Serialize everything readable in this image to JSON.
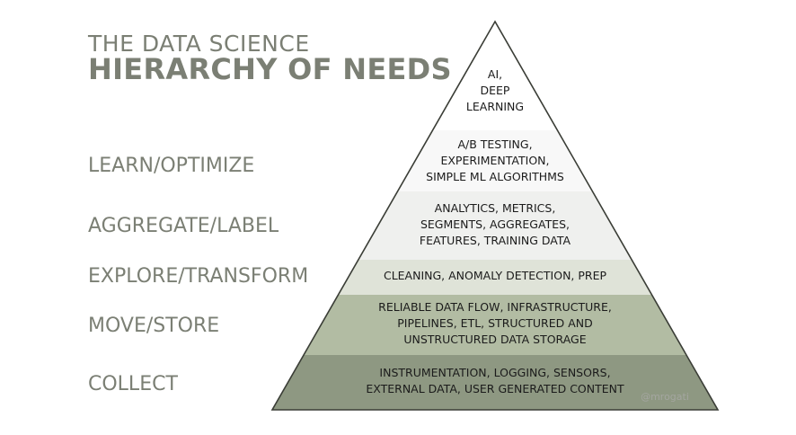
{
  "title": {
    "line1": "THE DATA SCIENCE",
    "line2": "HIERARCHY OF NEEDS"
  },
  "stages": [
    {
      "label": "LEARN/OPTIMIZE"
    },
    {
      "label": "AGGREGATE/LABEL"
    },
    {
      "label": "EXPLORE/TRANSFORM"
    },
    {
      "label": "MOVE/STORE"
    },
    {
      "label": "COLLECT"
    }
  ],
  "tiers": [
    {
      "lines": [
        "AI,",
        "DEEP",
        "LEARNING"
      ],
      "color": "#ffffff"
    },
    {
      "lines": [
        "A/B TESTING,",
        "EXPERIMENTATION,",
        "SIMPLE ML ALGORITHMS"
      ],
      "color": "#f8f8f8"
    },
    {
      "lines": [
        "ANALYTICS, METRICS,",
        "SEGMENTS, AGGREGATES,",
        "FEATURES, TRAINING DATA"
      ],
      "color": "#eff0ee"
    },
    {
      "lines": [
        "CLEANING, ANOMALY DETECTION, PREP"
      ],
      "color": "#dfe3d8"
    },
    {
      "lines": [
        "RELIABLE DATA FLOW, INFRASTRUCTURE,",
        "PIPELINES, ETL, STRUCTURED AND",
        "UNSTRUCTURED DATA STORAGE"
      ],
      "color": "#b2bca3"
    },
    {
      "lines": [
        "INSTRUMENTATION, LOGGING, SENSORS,",
        "EXTERNAL DATA, USER GENERATED CONTENT"
      ],
      "color": "#8e9882"
    }
  ],
  "credit": "@mrogati"
}
